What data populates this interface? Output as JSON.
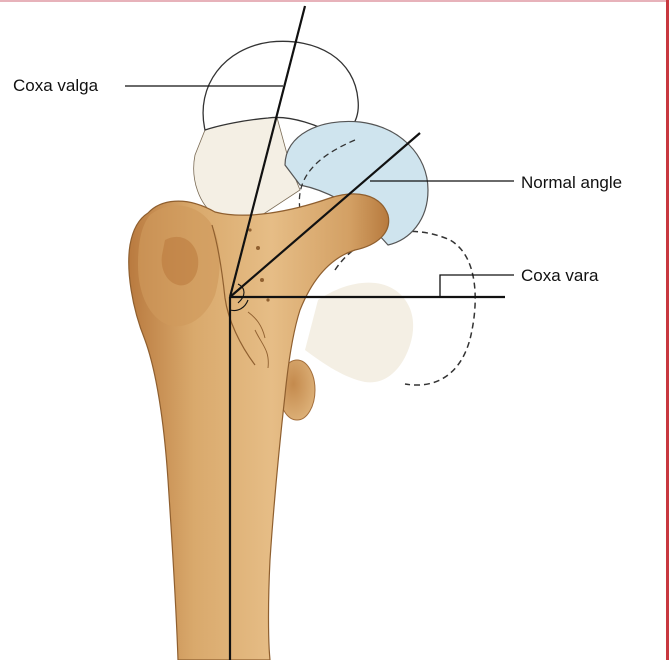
{
  "labels": {
    "coxa_valga": "Coxa valga",
    "normal_angle": "Normal angle",
    "coxa_vara": "Coxa vara"
  },
  "colors": {
    "bone": "#dfb47c",
    "bone_shade": "#c68c4e",
    "bone_dark": "#9a6530",
    "head_pale": "#f4efe4",
    "head_blue": "#cfe4ee",
    "line": "#111111",
    "border_red": "#c8383f",
    "border_top": "#e7b2ba"
  },
  "icons": [
    "femur-illustration"
  ]
}
